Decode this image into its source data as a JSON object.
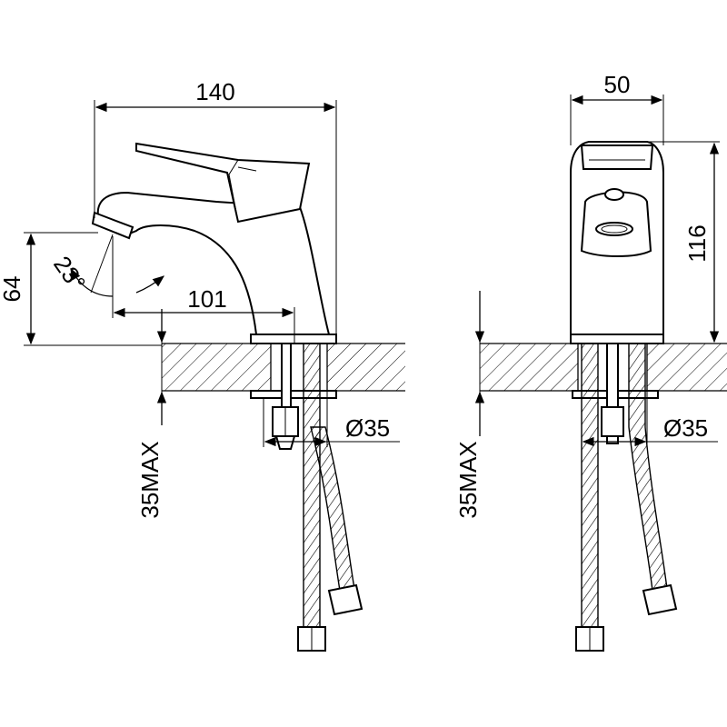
{
  "side_view": {
    "width": "140",
    "height": "64",
    "reach": "101",
    "angle": "23°",
    "hole_diameter": "Ø35",
    "max_thickness": "35MAX"
  },
  "front_view": {
    "width": "50",
    "height": "116",
    "hole_diameter": "Ø35",
    "max_thickness": "35MAX"
  },
  "colors": {
    "line": "#000000",
    "background": "#ffffff"
  }
}
